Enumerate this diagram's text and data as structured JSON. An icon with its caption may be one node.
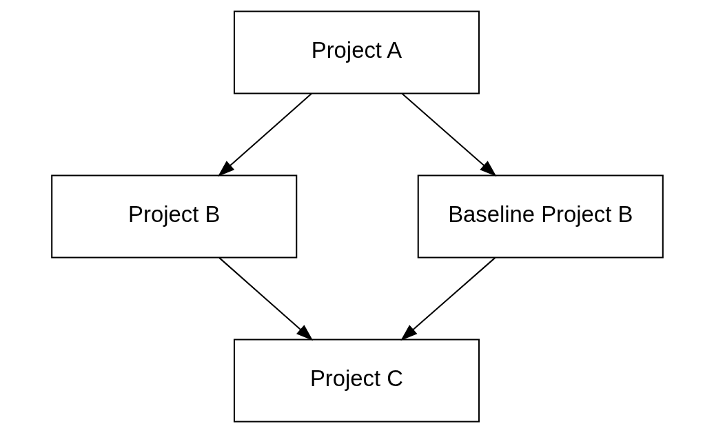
{
  "diagram": {
    "nodes": [
      {
        "text": [
          "Project A"
        ]
      },
      {
        "text": [
          "Project B"
        ]
      },
      {
        "text": [
          "Baseline Project B"
        ]
      },
      {
        "text": [
          "Project C"
        ]
      }
    ],
    "edges": [
      {
        "from": 0,
        "to": 1,
        "arrow": "to"
      },
      {
        "from": 0,
        "to": 2,
        "arrow": "to"
      },
      {
        "from": 1,
        "to": 3,
        "arrow": "to"
      },
      {
        "from": 2,
        "to": 3,
        "arrow": "to"
      }
    ]
  }
}
